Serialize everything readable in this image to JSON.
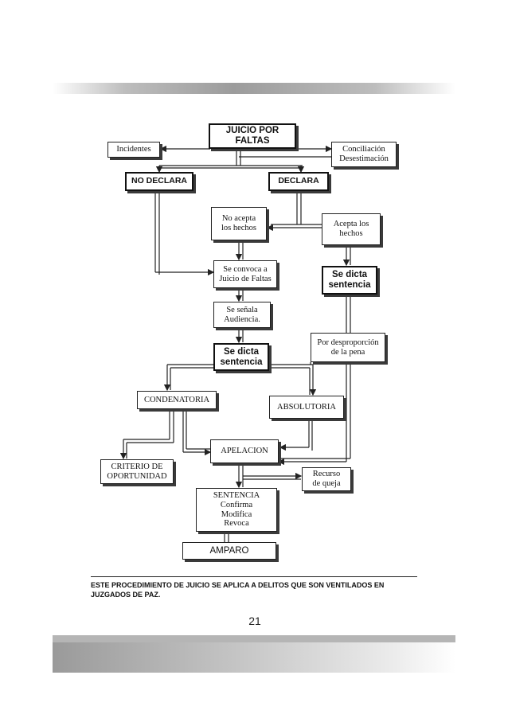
{
  "flowchart": {
    "start": "JUICIO POR\nFALTAS",
    "incidentes": "Incidentes",
    "conciliacion": "Conciliación\nDesestimación",
    "no_declara": "NO DECLARA",
    "declara": "DECLARA",
    "no_acepta": "No acepta\nlos hechos",
    "acepta": "Acepta los\nhechos",
    "se_convoca": "Se convoca a\nJuicio de Faltas",
    "se_dicta_1": "Se dicta\nsentencia",
    "se_senala": "Se señala\nAudiencia.",
    "desproporcion": "Por desproporción\nde la pena",
    "se_dicta_2": "Se dicta\nsentencia",
    "condenatoria": "CONDENATORIA",
    "absolutoria": "ABSOLUTORIA",
    "apelacion": "APELACION",
    "criterio": "CRITERIO DE\nOPORTUNIDAD",
    "recurso": "Recurso\nde queja",
    "sentencia": "SENTENCIA\nConfirma\nModifica\nRevoca",
    "amparo": "AMPARO"
  },
  "footnote": "ESTE PROCEDIMIENTO DE JUICIO  SE APLICA  A DELITOS QUE SON VENTILADOS EN JUZGADOS DE PAZ.",
  "page_number": "21"
}
